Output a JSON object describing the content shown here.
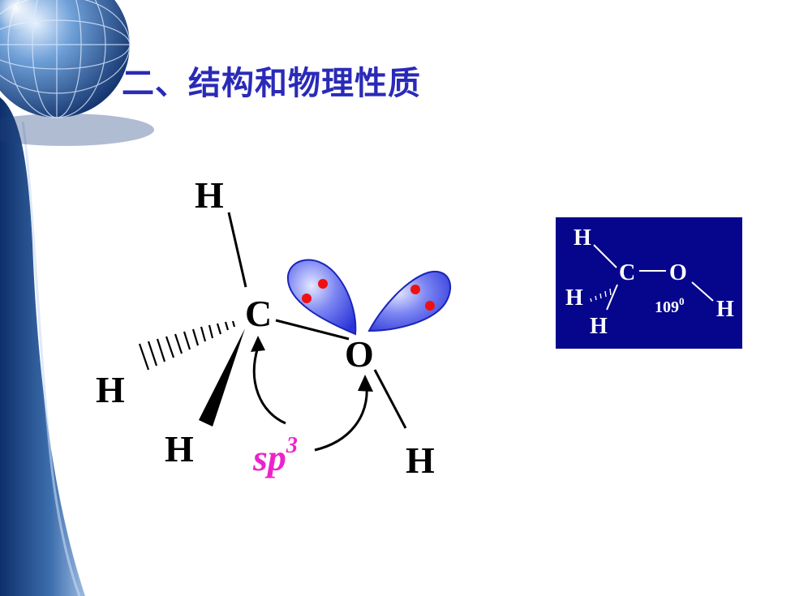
{
  "slide": {
    "title": "二、结构和物理性质"
  },
  "main_diagram": {
    "atoms": {
      "carbon": "C",
      "oxygen": "O",
      "h_top": "H",
      "h_left": "H",
      "h_bottom": "H",
      "h_oh": "H"
    },
    "hybridization_base": "sp",
    "hybridization_sup": "3",
    "colors": {
      "lobe": "#3c46e6",
      "electron_dot": "#ee1111",
      "hybridization_label": "#ee22cc"
    }
  },
  "inset_diagram": {
    "background": "#06068c",
    "atoms": {
      "h_top": "H",
      "carbon": "C",
      "oxygen": "O",
      "h_left": "H",
      "h_bottom": "H",
      "h_oh": "H"
    },
    "angle_value": "109",
    "angle_sup": "0"
  }
}
